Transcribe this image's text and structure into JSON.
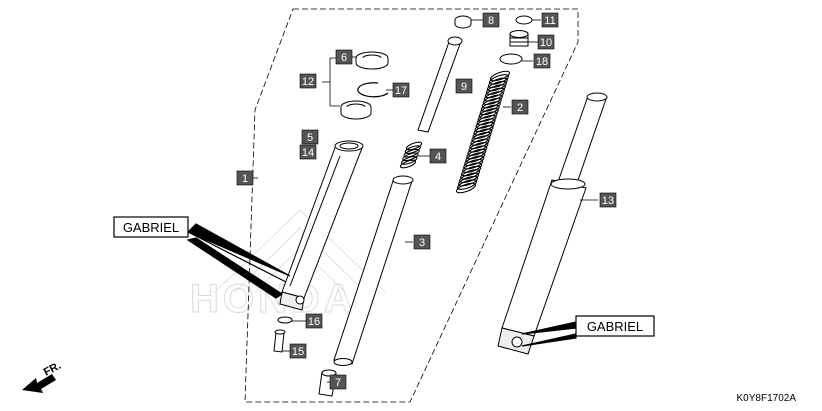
{
  "diagram": {
    "part_numbers": [
      "1",
      "2",
      "3",
      "4",
      "5",
      "6",
      "7",
      "8",
      "9",
      "10",
      "11",
      "12",
      "13",
      "14",
      "15",
      "16",
      "17",
      "18"
    ],
    "brand_callout_left": "GABRIEL",
    "brand_callout_right": "GABRIEL",
    "drawing_code": "K0Y8F1702A",
    "front_indicator": "FR.",
    "watermark": "HONDA"
  },
  "colors": {
    "tag_fill": "#555555",
    "line": "#000000",
    "watermark": "#bdbdbd"
  }
}
